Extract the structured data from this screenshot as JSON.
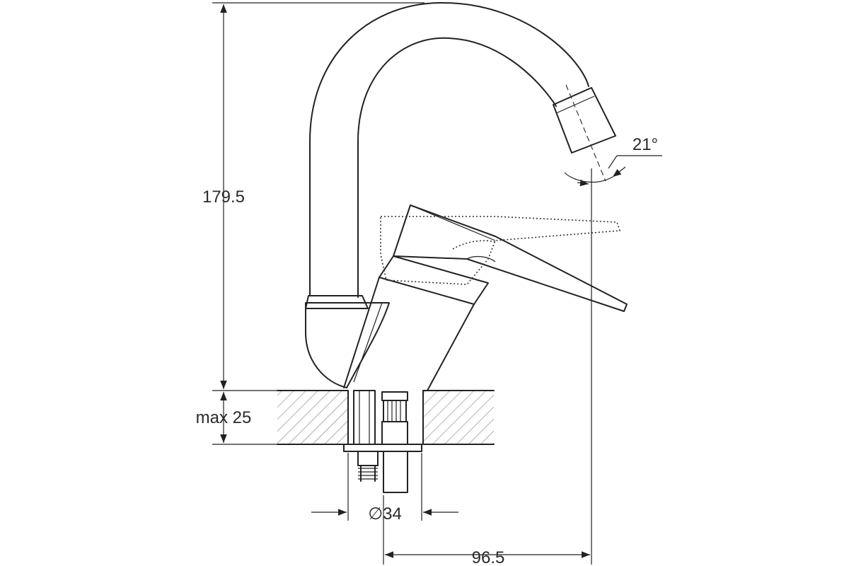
{
  "dimensions": {
    "height_total": "179.5",
    "deck_thickness": "max 25",
    "hole_diameter": "∅34",
    "spout_reach": "96.5",
    "aerator_angle": "21°"
  },
  "colors": {
    "line": "#222222",
    "background": "#ffffff",
    "hatch": "#666666"
  }
}
